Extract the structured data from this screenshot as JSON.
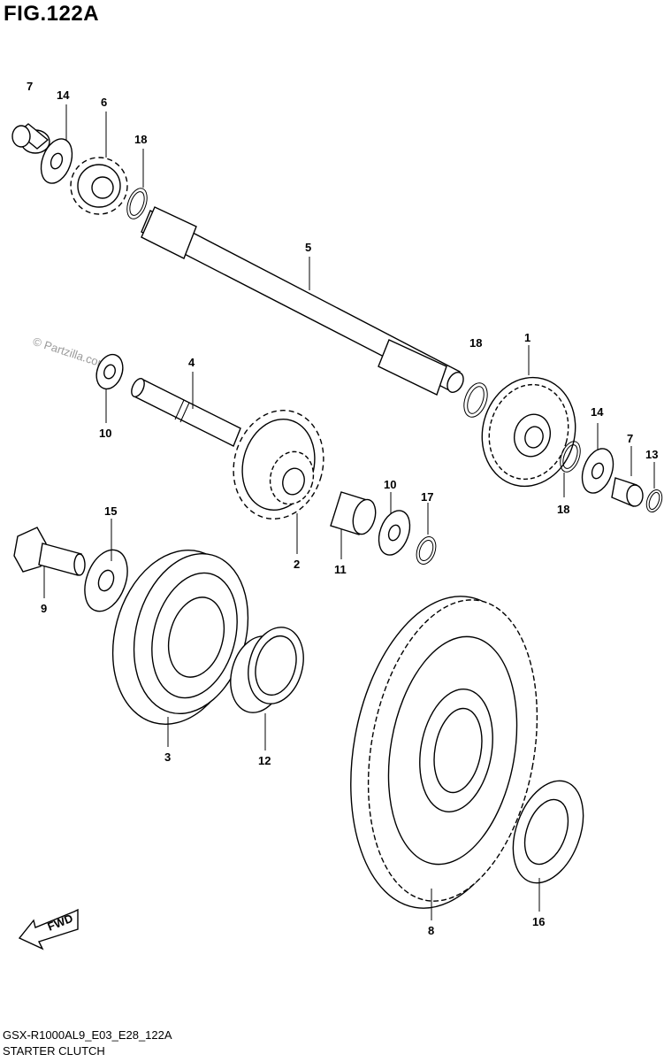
{
  "header": {
    "figure_title": "FIG.122A"
  },
  "watermark": "© Partzilla.com",
  "footer": {
    "code": "GSX-R1000AL9_E03_E28_122A",
    "subtitle": "STARTER CLUTCH"
  },
  "fwd_label": "FWD",
  "callouts": [
    "7",
    "14",
    "6",
    "18",
    "5",
    "18",
    "1",
    "14",
    "7",
    "13",
    "18",
    "4",
    "10",
    "10",
    "17",
    "11",
    "2",
    "15",
    "9",
    "3",
    "12",
    "8",
    "16"
  ]
}
